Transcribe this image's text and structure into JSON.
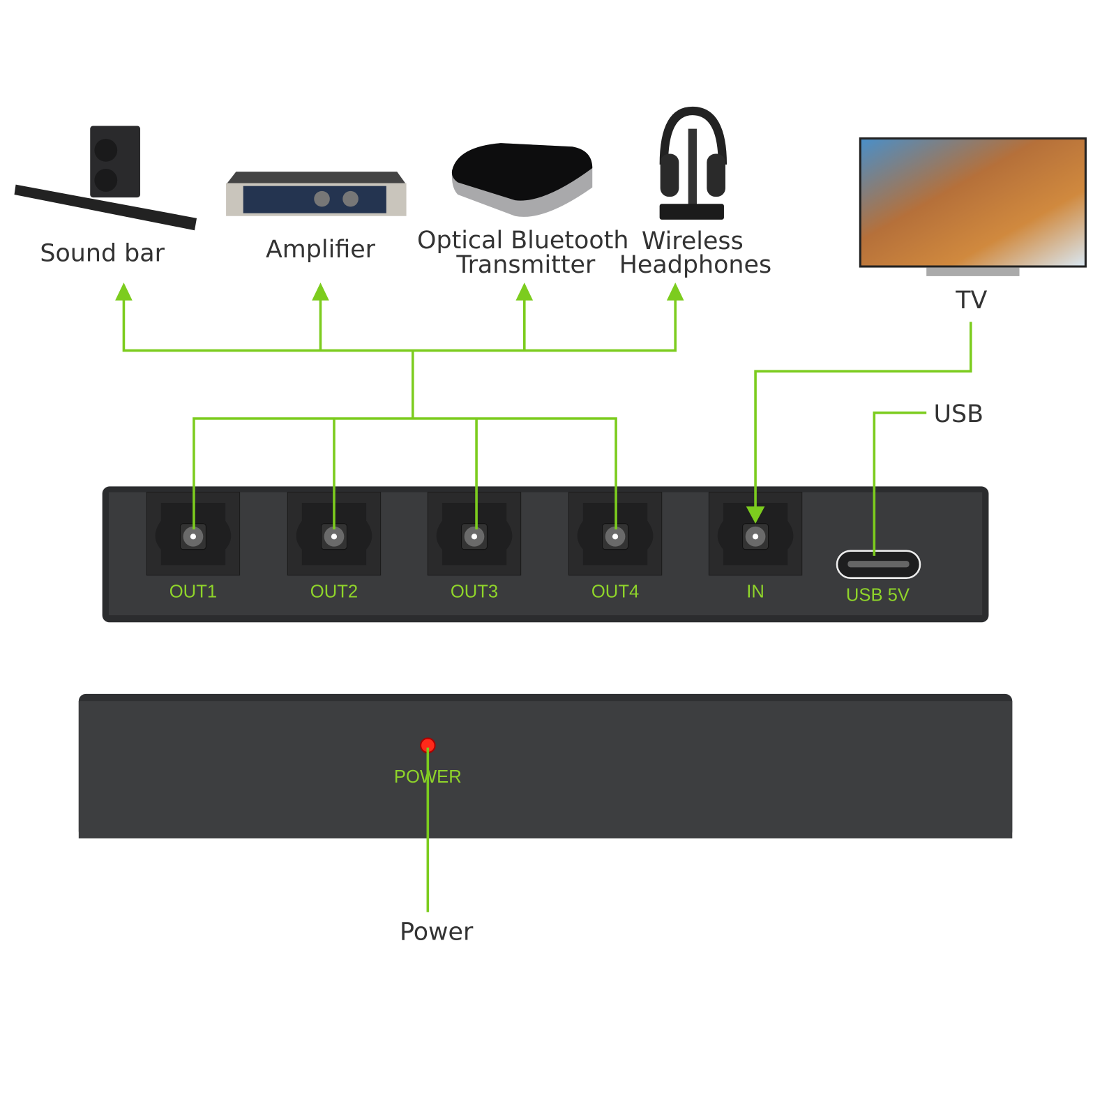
{
  "devices": {
    "soundbar": "Sound bar",
    "amplifier": "Amplifier",
    "transmitter_line1": "Optical Bluetooth",
    "transmitter_line2": "Transmitter",
    "headphones_line1": "Wireless",
    "headphones_line2": "Headphones",
    "tv": "TV"
  },
  "callouts": {
    "usb": "USB",
    "power": "Power"
  },
  "ports": [
    {
      "label": "OUT1"
    },
    {
      "label": "OUT2"
    },
    {
      "label": "OUT3"
    },
    {
      "label": "OUT4"
    },
    {
      "label": "IN"
    }
  ],
  "usb_port": {
    "label": "USB 5V"
  },
  "front_panel": {
    "led_label": "POWER",
    "led_color": "#ff2a1a"
  },
  "colors": {
    "line": "#7ccc1e",
    "label": "#8fd42a",
    "housing": "#2f3032"
  }
}
